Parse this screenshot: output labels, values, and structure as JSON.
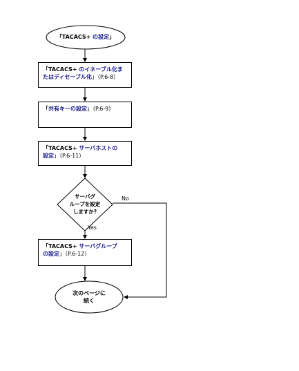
{
  "start": {
    "prefix": "「TACACS+ ",
    "link": "の設定",
    "suffix": "」"
  },
  "step1": {
    "line1_prefix": "「TACACS+ ",
    "line1_link": "のイネーブル化ま",
    "line2_link": "たはディセーブル化",
    "line2_suffix": "」（P.6-8）"
  },
  "step2": {
    "prefix": "「",
    "link": "共有キーの設定",
    "suffix": "」（P.6-9）"
  },
  "step3": {
    "line1_prefix": "「TACACS+ ",
    "line1_link": "サーバホストの",
    "line2_link": "設定",
    "line2_suffix": "」（P.6-11）"
  },
  "decision": {
    "line1": "サーバグ",
    "line2": "ループを設定",
    "line3": "しますか?"
  },
  "edges": {
    "no_label": "No",
    "yes_label": "Yes"
  },
  "step4": {
    "line1_prefix": "「TACACS+ ",
    "line1_link": "サーバグループ",
    "line2_link": "の設定",
    "line2_suffix": "」（P.6-12）"
  },
  "end": {
    "line1": "次のページに",
    "line2": "続く"
  }
}
